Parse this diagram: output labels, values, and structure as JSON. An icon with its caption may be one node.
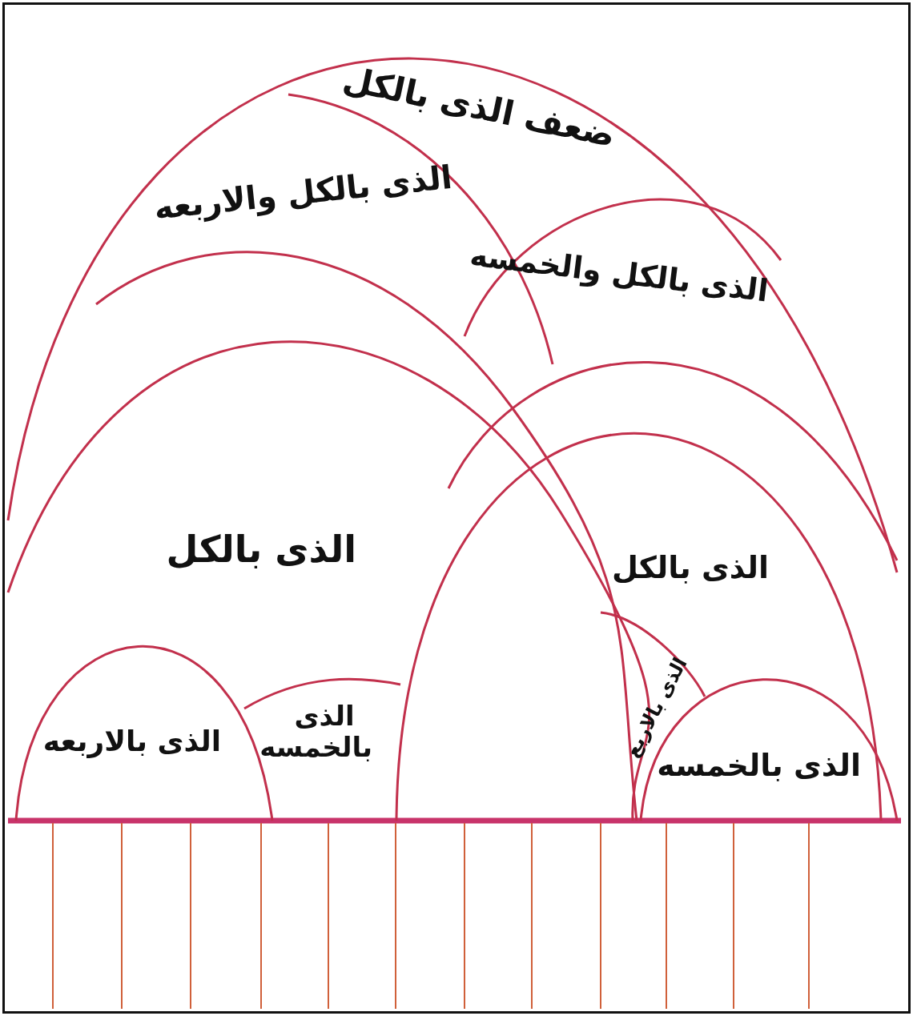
{
  "diagram": {
    "nodes": [
      {
        "text": [
          "ضعف الذى بالكل"
        ]
      },
      {
        "text": [
          "الذى بالكل والاربعه"
        ]
      },
      {
        "text": [
          "الذى بالكل والخمسه"
        ],
        "in": 0
      },
      {
        "text": [
          "الذى بالكل"
        ]
      },
      {
        "text": [
          "الذى بالكل"
        ]
      },
      {
        "text": [
          "الذى بالاربعه"
        ],
        "in": 3
      },
      {
        "text": [
          "الذى بالخمسه"
        ],
        "in": 3
      },
      {
        "text": [
          "الذى بالاربع"
        ],
        "in": 4
      },
      {
        "text": [
          "الذى بالخمسه"
        ]
      }
    ]
  }
}
